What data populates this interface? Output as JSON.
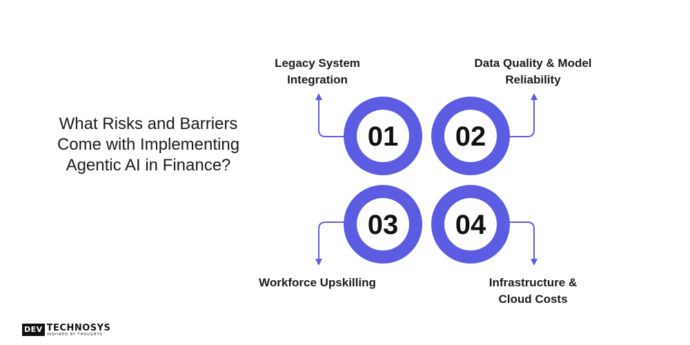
{
  "title": "What Risks and Barriers Come with Implementing Agentic AI in Finance?",
  "accent_color": "#5b5ce2",
  "steps": [
    {
      "number": "01",
      "label": "Legacy System Integration"
    },
    {
      "number": "02",
      "label": "Data Quality & Model Reliability"
    },
    {
      "number": "03",
      "label": "Workforce Upskilling"
    },
    {
      "number": "04",
      "label": "Infrastructure & Cloud Costs"
    }
  ],
  "logo": {
    "mark": "DEV",
    "name": "TECHNOSYS",
    "tagline": "INSPIRED BY THOUGHTS"
  }
}
